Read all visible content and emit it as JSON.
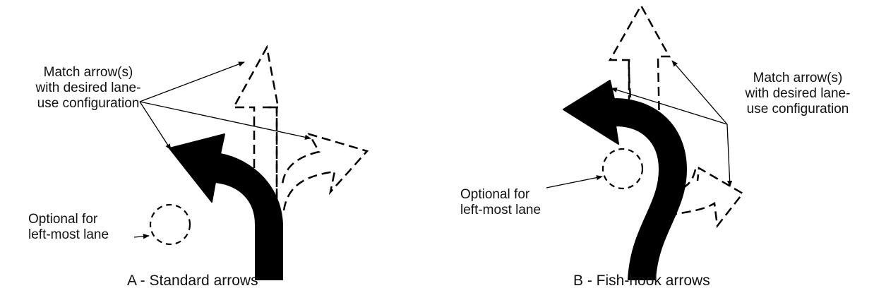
{
  "panel_a": {
    "match_label": [
      "Match arrow(s)",
      "with desired lane-",
      "use configuration"
    ],
    "optional_label": [
      "Optional for",
      "left-most lane"
    ],
    "caption": "A - Standard arrows"
  },
  "panel_b": {
    "match_label": [
      "Match arrow(s)",
      "with desired lane-",
      "use configuration"
    ],
    "optional_label": [
      "Optional for",
      "left-most lane"
    ],
    "caption": "B - Fish-hook arrows"
  },
  "colors": {
    "ink": "#000000",
    "background": "#ffffff"
  }
}
